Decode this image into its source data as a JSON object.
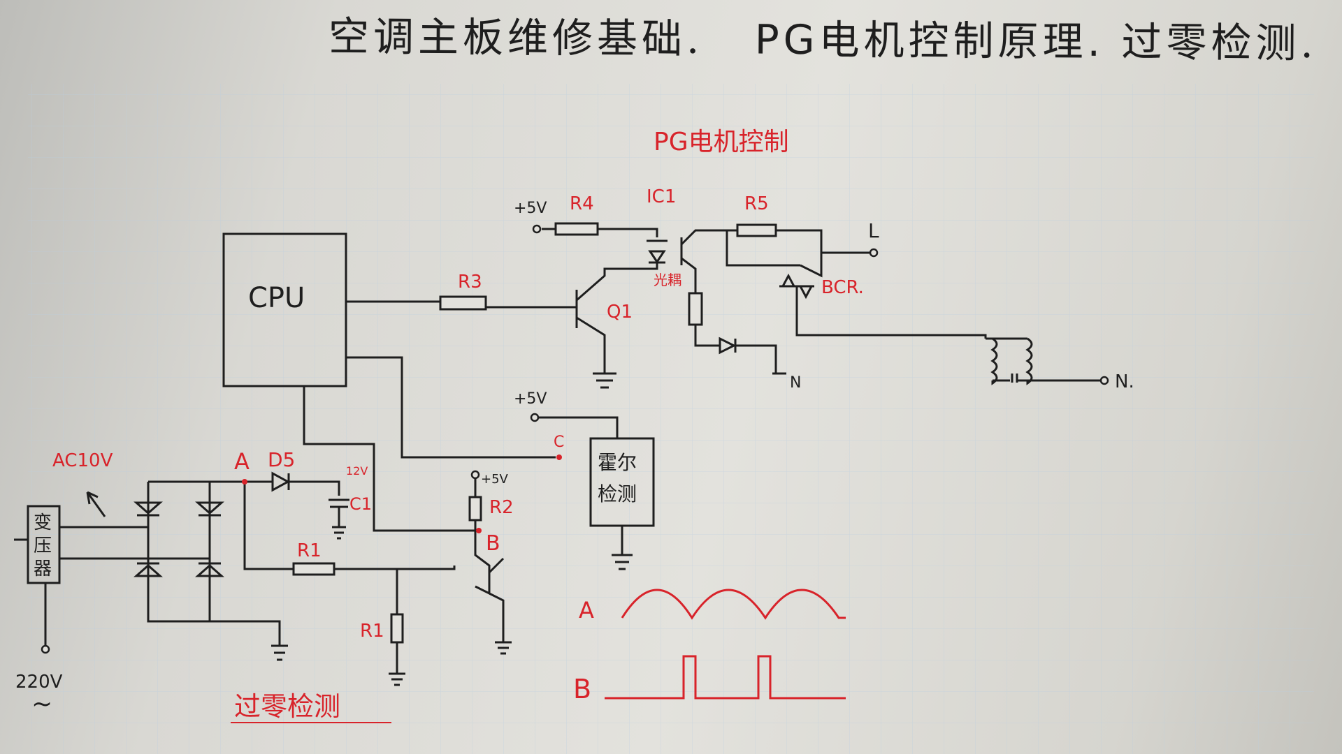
{
  "header": {
    "title_part1": "空调主板维修基础.",
    "title_part2": "PG电机控制原理.",
    "title_part3": "过零检测."
  },
  "motor_section": {
    "heading": "PG电机控制",
    "supply_5v": "+5V",
    "r4": "R4",
    "ic1": "IC1",
    "r5": "R5",
    "line_l": "L",
    "r3": "R3",
    "q1": "Q1",
    "optocoupler_note": "光耦",
    "bcr": "BCR.",
    "neutral_1": "N",
    "neutral_2": "N."
  },
  "cpu_label": "CPU",
  "hall_section": {
    "supply_5v": "+5V",
    "point_c": "C",
    "label_line1": "霍尔",
    "label_line2": "检测"
  },
  "zero_cross": {
    "ac10v": "AC10V",
    "point_a": "A",
    "d5": "D5",
    "v12": "12V",
    "c1": "C1",
    "supply_5v": "+5V",
    "r2": "R2",
    "point_b": "B",
    "r1_top": "R1",
    "r1_bottom": "R1",
    "transformer_line1": "变",
    "transformer_line2": "压",
    "transformer_line3": "器",
    "input_v": "220V",
    "ac_symbol": "~",
    "footer": "过零检测"
  },
  "waveform": {
    "label_a": "A",
    "label_b": "B"
  },
  "colors": {
    "ink": "#1e1e1e",
    "red": "#d8232a",
    "grid": "#b9cde0"
  }
}
